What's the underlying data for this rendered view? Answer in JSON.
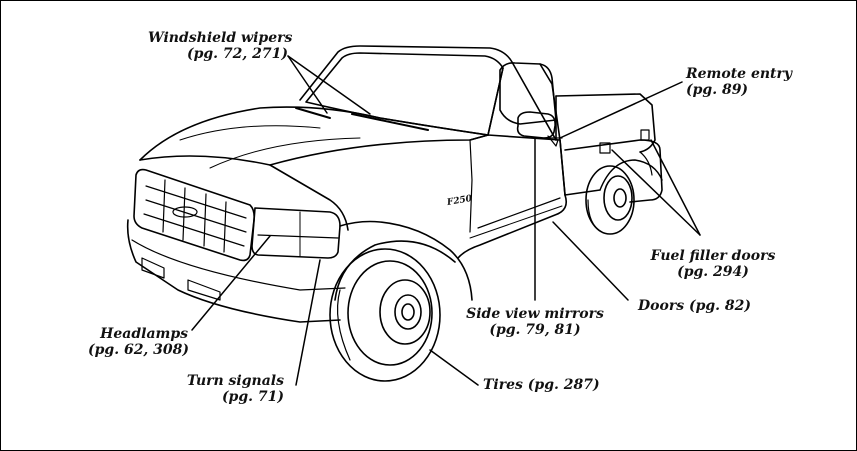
{
  "callouts": {
    "wipers": {
      "title": "Windshield wipers",
      "pages": "(pg. 72, 271)"
    },
    "remote_entry": {
      "title": "Remote entry",
      "pages": "(pg. 89)"
    },
    "fuel_doors": {
      "title": "Fuel filler doors",
      "pages": "(pg. 294)"
    },
    "doors": {
      "title": "Doors (pg. 82)"
    },
    "mirrors": {
      "title": "Side view mirrors",
      "pages": "(pg. 79, 81)"
    },
    "headlamps": {
      "title": "Headlamps",
      "pages": "(pg. 62, 308)"
    },
    "turn_signals": {
      "title": "Turn signals",
      "pages": "(pg. 71)"
    },
    "tires": {
      "title": "Tires (pg. 287)"
    }
  },
  "badge_text": "F250"
}
